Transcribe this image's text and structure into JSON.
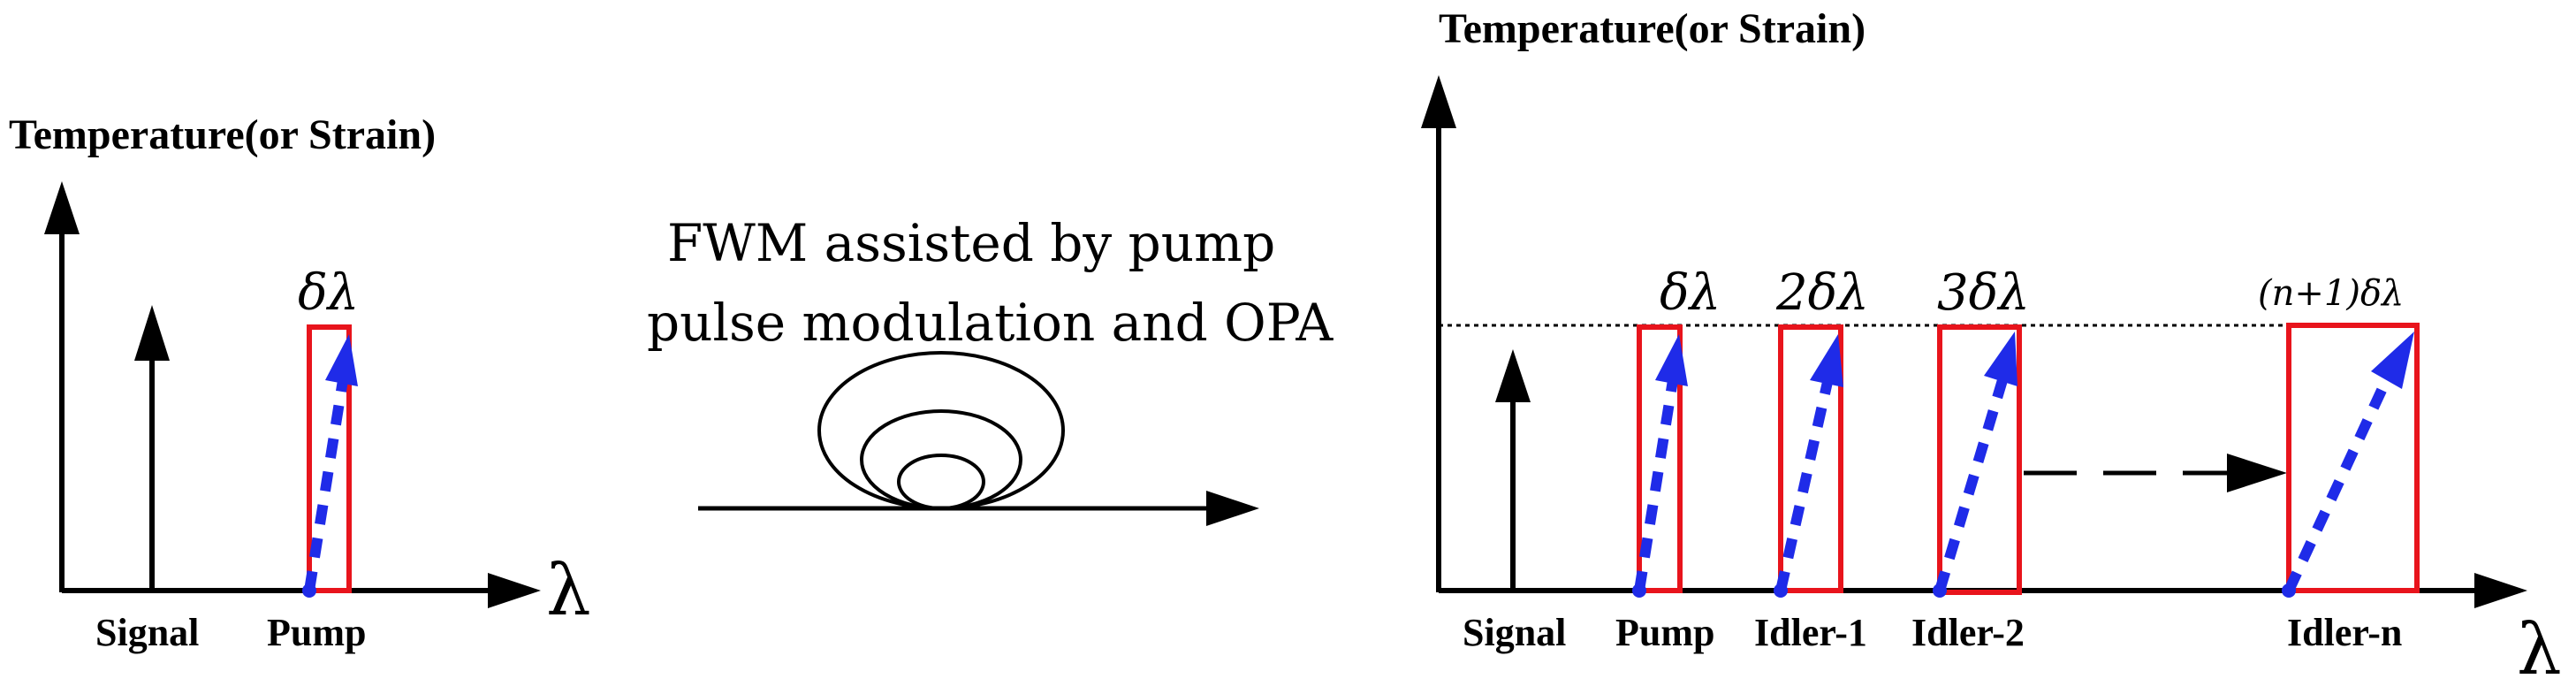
{
  "left_panel": {
    "y_axis_title": "Temperature(or Strain)",
    "x_axis_symbol": "λ",
    "labels": {
      "signal": "Signal",
      "pump": "Pump"
    },
    "window_label": "δλ"
  },
  "center": {
    "line1": "FWM assisted by pump",
    "line2": "pulse modulation and OPA"
  },
  "right_panel": {
    "y_axis_title": "Temperature(or Strain)",
    "x_axis_symbol": "λ",
    "labels": {
      "signal": "Signal",
      "pump": "Pump",
      "idler1": "Idler-1",
      "idler2": "Idler-2",
      "idlern": "Idler-n"
    },
    "window_labels": {
      "w1": "δλ",
      "w2": "2δλ",
      "w3": "3δλ",
      "wn": "(n+1)δλ"
    }
  },
  "colors": {
    "frame": "#e8141c",
    "arrow": "#1f2be8",
    "axis": "#000000"
  }
}
